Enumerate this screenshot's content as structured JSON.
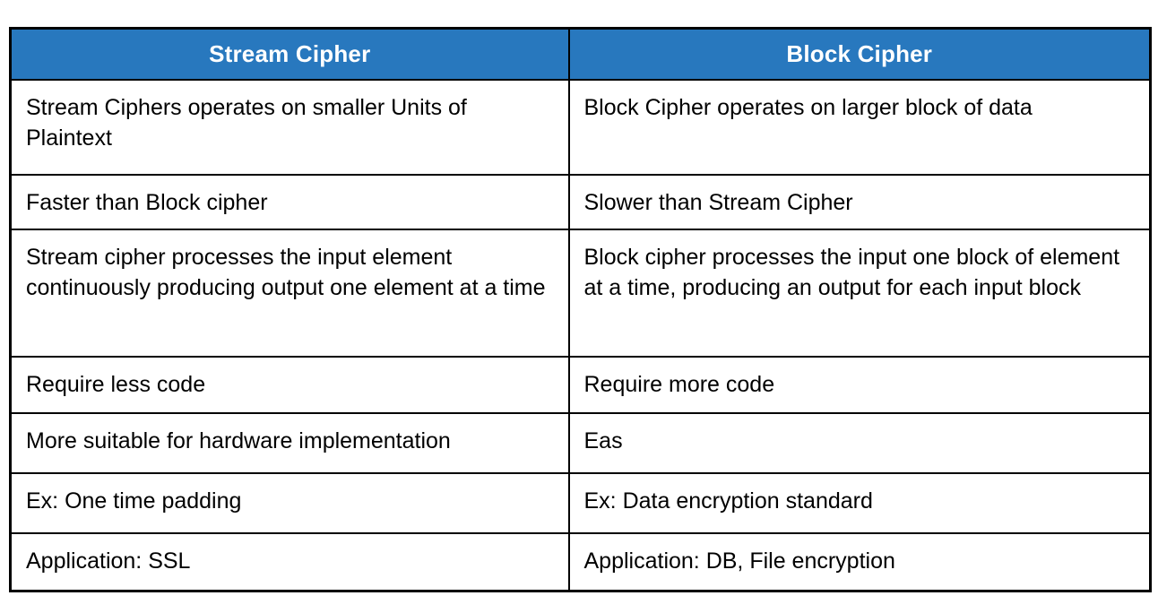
{
  "table": {
    "title": "Stream Cipher vs Block Cipher comparison table",
    "colors": {
      "header_bg": "#2878BE",
      "header_text": "#FFFFFF",
      "body_text": "#000000",
      "border": "#000000",
      "background": "#FFFFFF"
    },
    "headers": [
      "Stream Cipher",
      "Block Cipher"
    ],
    "rows": [
      [
        "Stream Ciphers operates on smaller Units of Plaintext",
        "Block Cipher operates on larger block of data"
      ],
      [
        "Faster than Block cipher",
        "Slower than Stream Cipher"
      ],
      [
        "Stream cipher processes the input element continuously producing output one element at a time",
        "Block cipher processes the input one block of element at a time, producing an output for each input block"
      ],
      [
        "Require less code",
        "Require more code"
      ],
      [
        "More suitable for hardware implementation",
        "Eas"
      ],
      [
        "Ex: One time padding",
        "Ex: Data encryption standard"
      ],
      [
        "Application: SSL",
        "Application: DB, File encryption"
      ]
    ]
  }
}
